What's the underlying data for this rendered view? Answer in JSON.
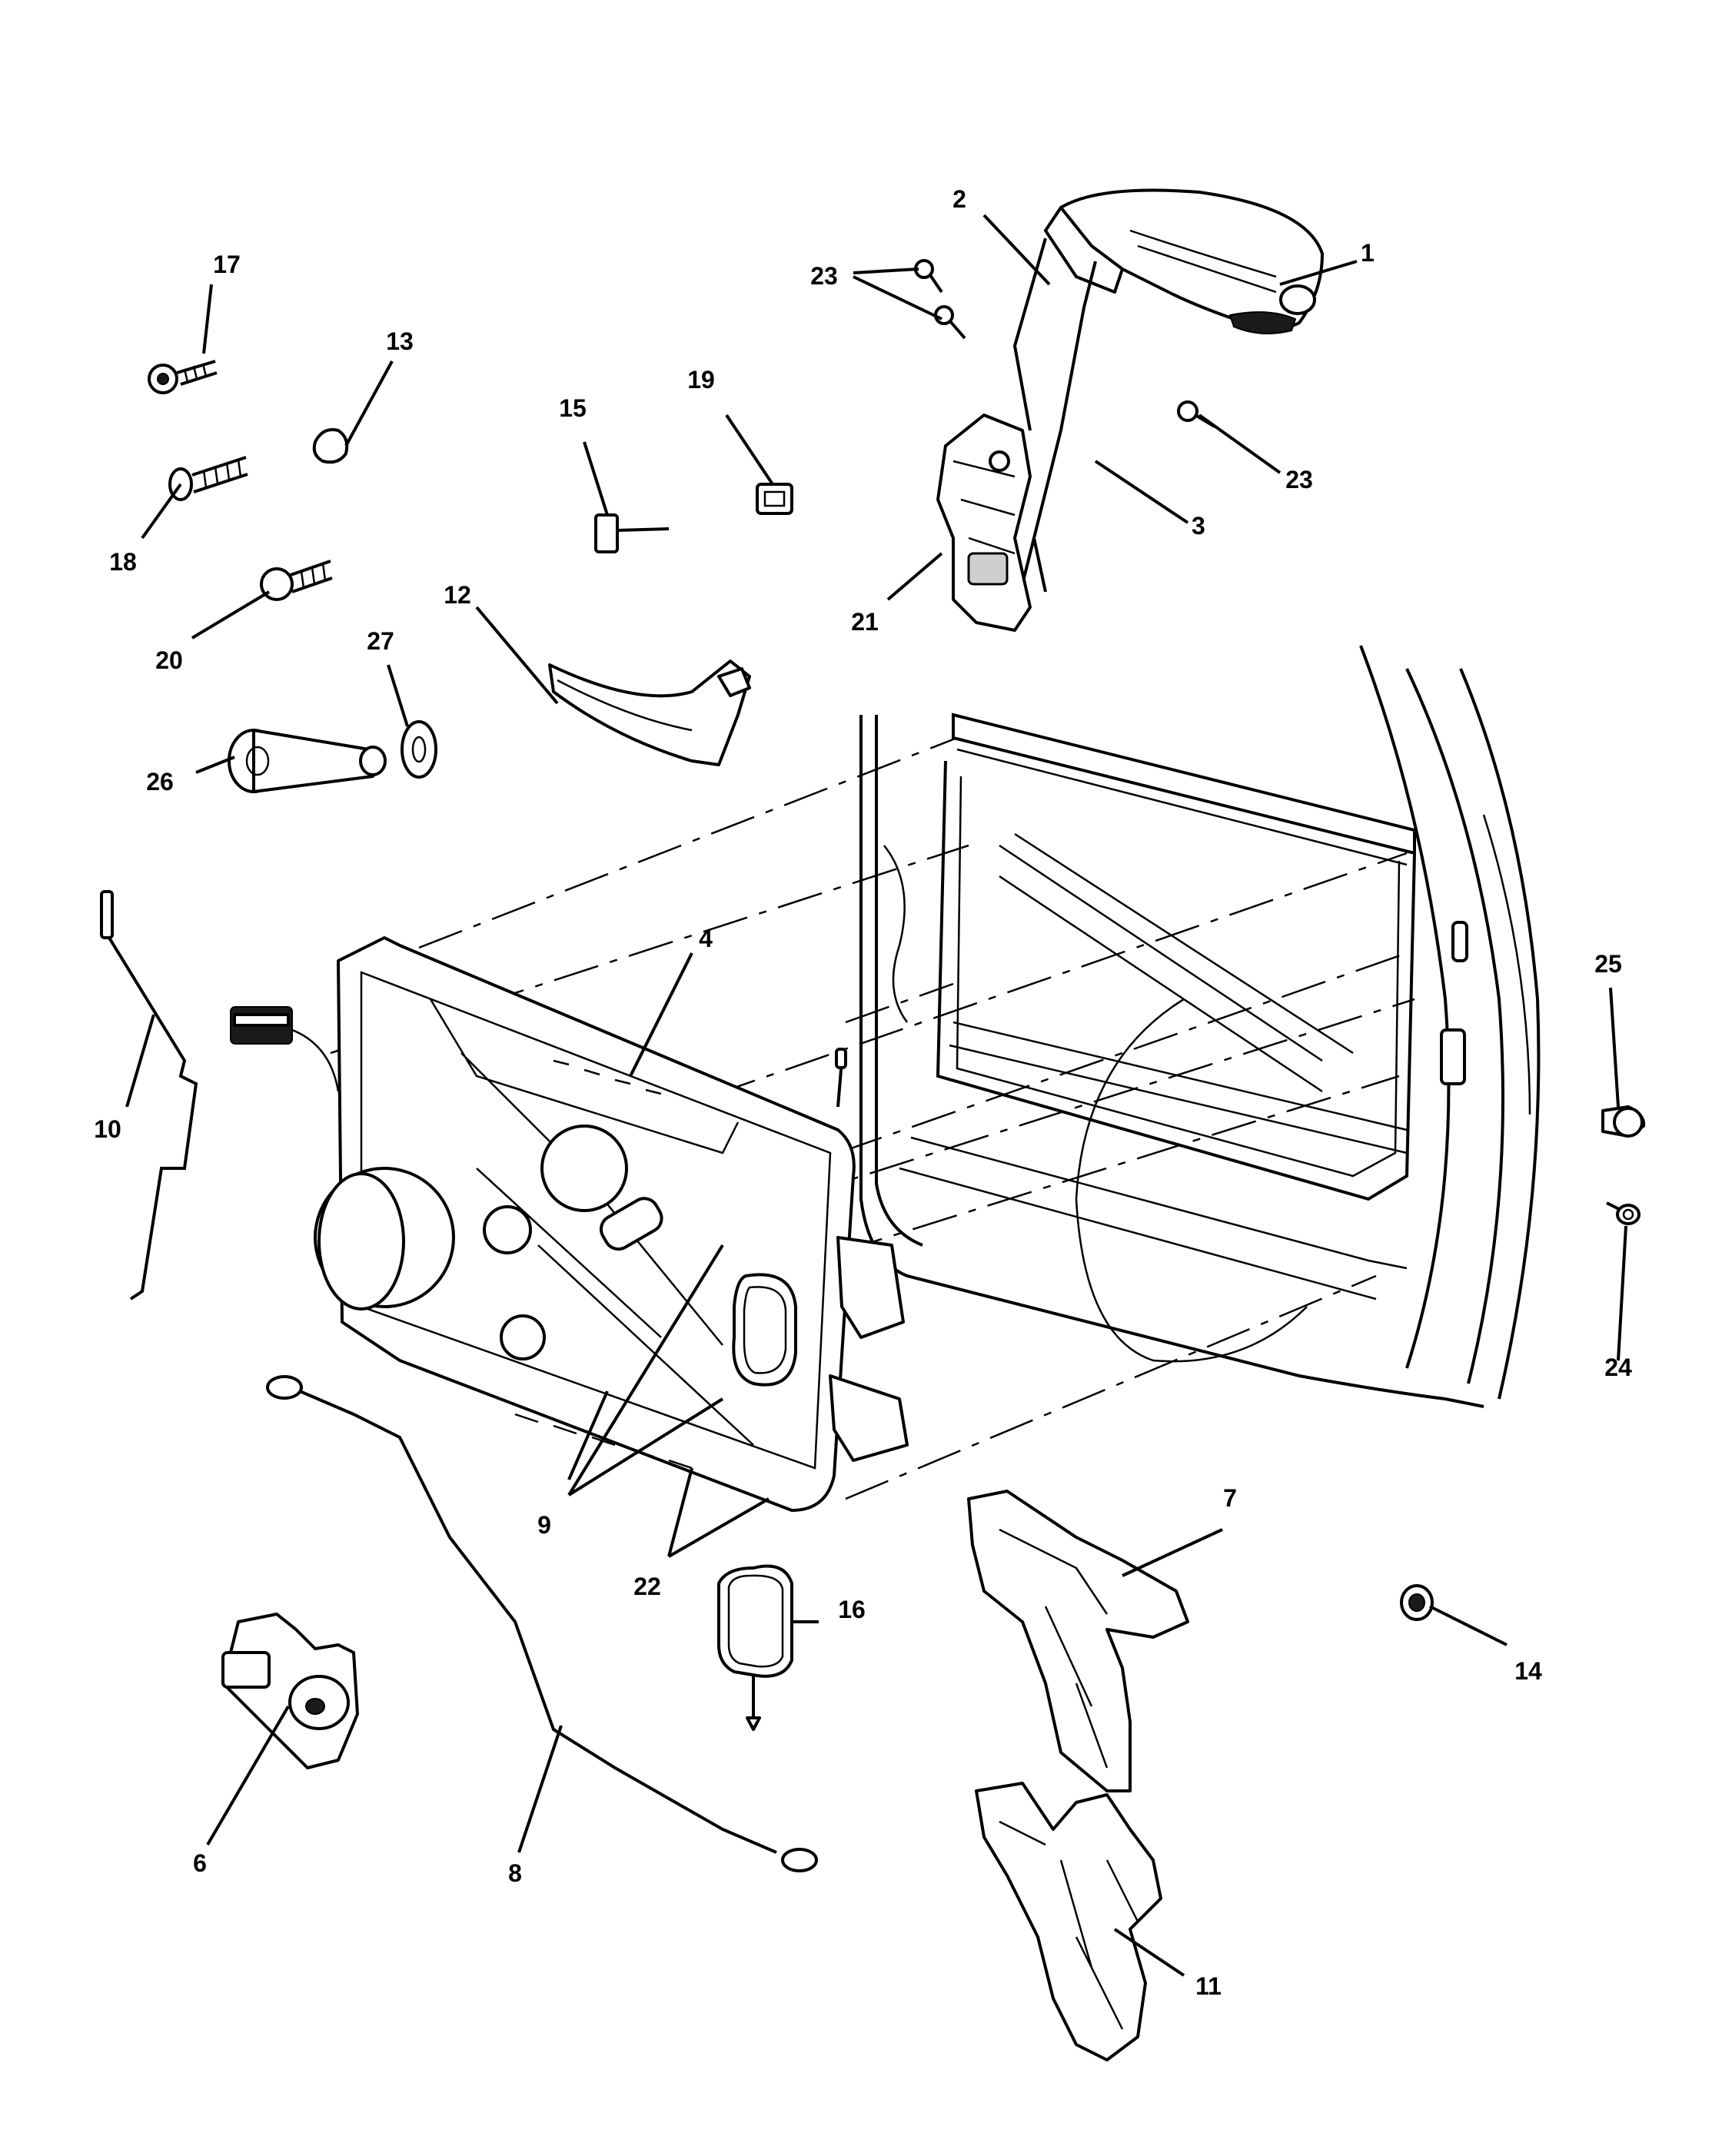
{
  "diagram": {
    "callouts": [
      {
        "id": "c1",
        "text": "1"
      },
      {
        "id": "c2",
        "text": "2"
      },
      {
        "id": "c3",
        "text": "3"
      },
      {
        "id": "c4",
        "text": "4"
      },
      {
        "id": "c6",
        "text": "6"
      },
      {
        "id": "c7",
        "text": "7"
      },
      {
        "id": "c8",
        "text": "8"
      },
      {
        "id": "c9",
        "text": "9"
      },
      {
        "id": "c10",
        "text": "10"
      },
      {
        "id": "c11",
        "text": "11"
      },
      {
        "id": "c12",
        "text": "12"
      },
      {
        "id": "c13",
        "text": "13"
      },
      {
        "id": "c14",
        "text": "14"
      },
      {
        "id": "c15",
        "text": "15"
      },
      {
        "id": "c16",
        "text": "16"
      },
      {
        "id": "c17",
        "text": "17"
      },
      {
        "id": "c18",
        "text": "18"
      },
      {
        "id": "c19",
        "text": "19"
      },
      {
        "id": "c20",
        "text": "20"
      },
      {
        "id": "c21",
        "text": "21"
      },
      {
        "id": "c22",
        "text": "22"
      },
      {
        "id": "c23a",
        "text": "23"
      },
      {
        "id": "c23b",
        "text": "23"
      },
      {
        "id": "c24",
        "text": "24"
      },
      {
        "id": "c25",
        "text": "25"
      },
      {
        "id": "c26",
        "text": "26"
      },
      {
        "id": "c27",
        "text": "27"
      }
    ]
  }
}
